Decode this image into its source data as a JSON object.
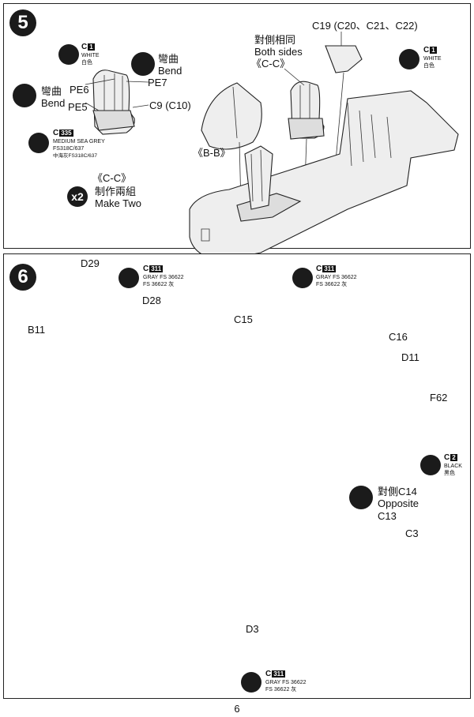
{
  "step5": {
    "number": "5",
    "c1_code": "C",
    "c1_num": "1",
    "c1_en": "WHITE",
    "c1_cn": "白色",
    "bend_cn": "彎曲",
    "bend_en": "Bend",
    "pe6": "PE6",
    "pe7": "PE7",
    "pe5": "PE5",
    "c9": "C9 (C10)",
    "c335_code": "C",
    "c335_num": "335",
    "c335_en": "MEDIUM SEA GREY",
    "c335_fs": "FS318C/637",
    "c335_cn": "中海灰FS318C/637",
    "cc_label": "《C-C》",
    "make_cn": "制作兩組",
    "make_en": "Make Two",
    "x2": "x2",
    "both_cn": "對側相同",
    "both_en": "Both sides",
    "both_cc": "《C-C》",
    "bb_label": "《B-B》",
    "c19": "C19 (C20、C21、C22)"
  },
  "step6": {
    "number": "6",
    "d29": "D29",
    "d28": "D28",
    "b11": "B11",
    "c311_code": "C",
    "c311_num": "311",
    "gray_en": "GRAY FS 36622",
    "gray_cn": "FS 36622 灰",
    "c15": "C15",
    "c16": "C16",
    "d11": "D11",
    "f62": "F62",
    "c2_code": "C",
    "c2_num": "2",
    "black_en": "BLACK",
    "black_cn": "黑色",
    "opposite_cn": "對側C14",
    "opposite_en": "Opposite",
    "c13": "C13",
    "c3": "C3",
    "d3": "D3"
  },
  "page_number": "6"
}
